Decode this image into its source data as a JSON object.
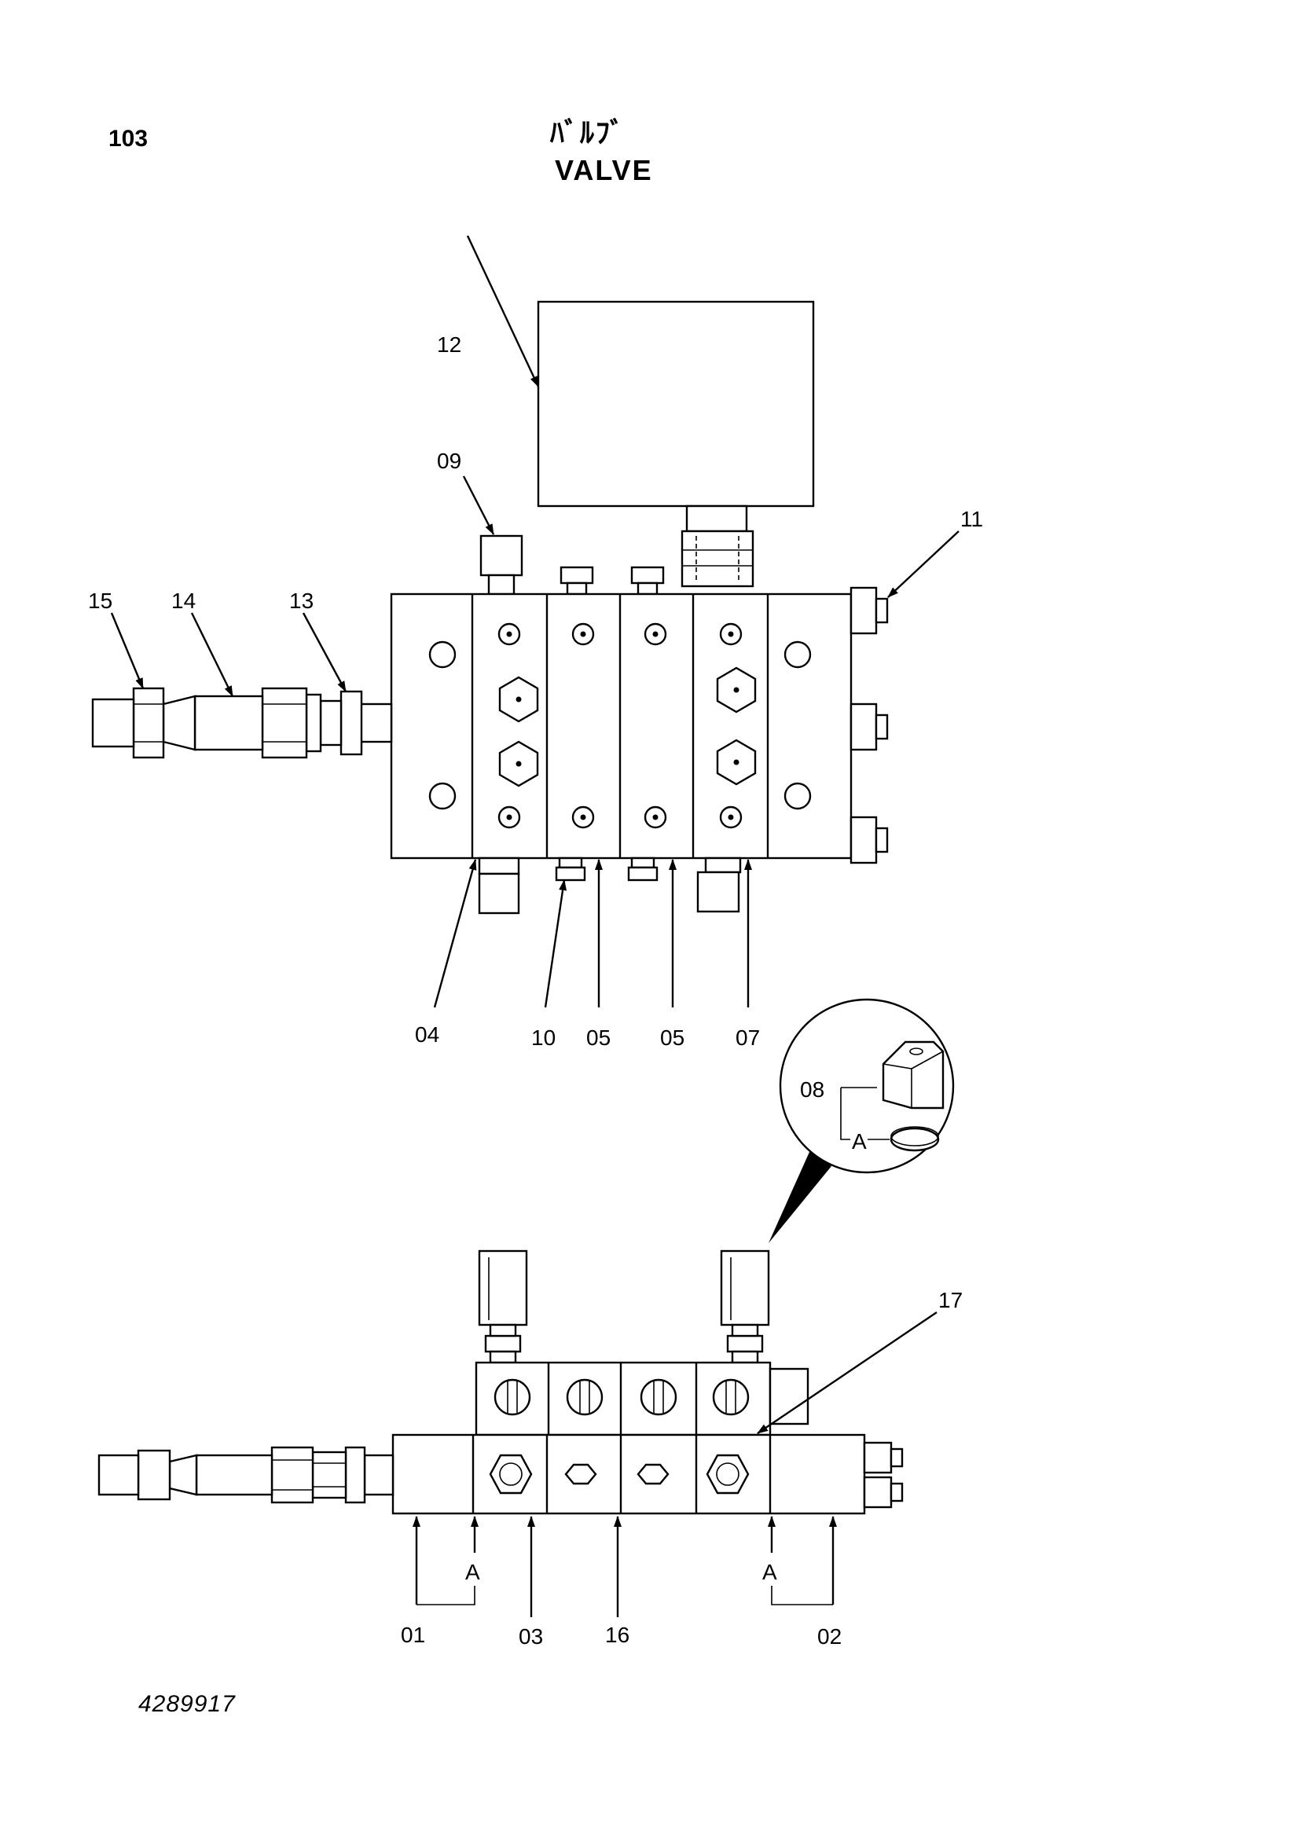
{
  "header": {
    "page_number": "103",
    "title_jp": "ﾊﾞﾙﾌﾞ",
    "title_en": "VALVE"
  },
  "footer": {
    "part_number": "4289917"
  },
  "callouts": {
    "c01": "01",
    "c02": "02",
    "c03": "03",
    "c04": "04",
    "c05a": "05",
    "c05b": "05",
    "c07": "07",
    "c08": "08",
    "c09": "09",
    "c10": "10",
    "c11": "11",
    "c12": "12",
    "c13": "13",
    "c14": "14",
    "c15": "15",
    "c16": "16",
    "c17": "17"
  },
  "detail_labels": {
    "a_detail": "A",
    "a_left": "A",
    "a_right": "A"
  }
}
